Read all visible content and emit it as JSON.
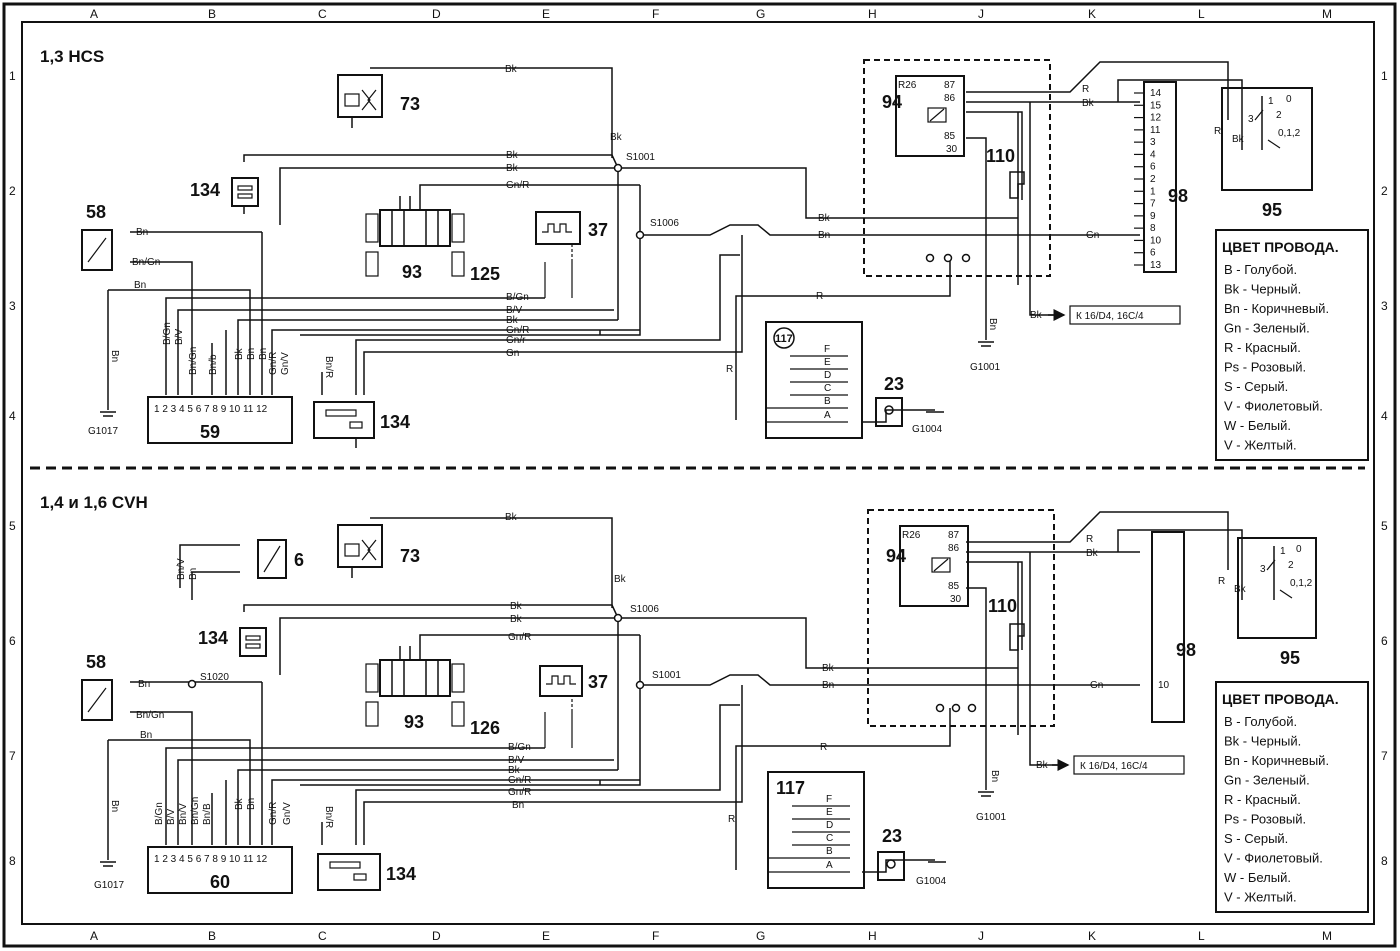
{
  "frame": {
    "columns": [
      "A",
      "B",
      "C",
      "D",
      "E",
      "F",
      "G",
      "H",
      "J",
      "K",
      "L",
      "M"
    ],
    "rows": [
      "1",
      "2",
      "3",
      "4",
      "5",
      "6",
      "7",
      "8"
    ]
  },
  "sections": [
    {
      "title": "1,3 HCS",
      "components": {
        "c73": "73",
        "c134a": "134",
        "c58": "58",
        "c93": "93",
        "c125": "125",
        "c37": "37",
        "c94": "94",
        "c110": "110",
        "c98": "98",
        "c95": "95",
        "c117": "117",
        "c23": "23",
        "c59": "59",
        "c134b": "134"
      },
      "splices": {
        "s_top": "S1001",
        "s_mid": "S1006"
      },
      "grounds": {
        "g_left": "G1017",
        "g_mid": "G1001",
        "g_right": "G1004"
      },
      "relay": {
        "name": "R26",
        "p87": "87",
        "p86": "86",
        "p85": "85",
        "p30": "30"
      },
      "connector98_pins": [
        "14",
        "15",
        "12",
        "11",
        "3",
        "4",
        "6",
        "2",
        "1",
        "7",
        "9",
        "8",
        "10",
        "6",
        "13"
      ],
      "ecu_pins_label": "1 2 3 4 5 6  7 8 9 10 11 12",
      "ecu_wires": [
        "B/Gn",
        "B/V",
        "Bn/Gn",
        "Bn/b",
        "Bk",
        "Bn",
        "Bn",
        "Gn/R",
        "Gn/V"
      ],
      "bus_wires": [
        "B/Gn",
        "B/V",
        "Bk",
        "Gn/R",
        "Gn/r",
        "Gn"
      ],
      "wires": {
        "top_bk": "Bk",
        "bk1": "Bk",
        "bk2": "Bk",
        "gnr": "Gn/R",
        "bk_vert": "Bk",
        "bn58": "Bn",
        "bngn58": "Bn/Gn",
        "bn_left": "Bn",
        "bn_vert": "Bn",
        "bk_relay": "Bk",
        "bn_relay": "Bn",
        "r_out": "R",
        "bk_out": "Bk",
        "gn_98": "Gn",
        "r_long": "R",
        "bn_gnd": "Bn",
        "bk_ref": "Bk",
        "r95": "R",
        "bk95": "Bk",
        "r117": "R",
        "bnr134": "Bn/R"
      },
      "ref_box": "К 16/D4, 16C/4",
      "plug_letters": [
        "F",
        "E",
        "D",
        "C",
        "B",
        "A"
      ],
      "switch_marks": [
        "0",
        "1",
        "2",
        "3",
        "0,1,2"
      ]
    },
    {
      "title": "1,4 и 1,6 CVH",
      "components": {
        "c73": "73",
        "c6": "6",
        "c134a": "134",
        "c58": "58",
        "c93": "93",
        "c126": "126",
        "c37": "37",
        "c94": "94",
        "c110": "110",
        "c98": "98",
        "c95": "95",
        "c117": "117",
        "c23": "23",
        "c60": "60",
        "c134b": "134"
      },
      "splices": {
        "s_top": "S1006",
        "s_mid": "S1001",
        "s_left": "S1020"
      },
      "grounds": {
        "g_left": "G1017",
        "g_mid": "G1001",
        "g_right": "G1004"
      },
      "relay": {
        "name": "R26",
        "p87": "87",
        "p86": "86",
        "p85": "85",
        "p30": "30"
      },
      "connector98_pin": "10",
      "ecu_pins_label": "1 2 3 4 5 6  7 8 9 10 11 12",
      "ecu_wires": [
        "B/Gn",
        "B/V",
        "Bn/V",
        "Bn/Gn",
        "Bn/B",
        "Bk",
        "Bn",
        "Gn/R",
        "Gn/V"
      ],
      "bus_wires": [
        "B/Gn",
        "B/V",
        "Bk",
        "Gn/R",
        "Gn/R",
        "Bn"
      ],
      "wires": {
        "top_bk": "Bk",
        "bk1": "Bk",
        "bk2": "Bk",
        "gnr": "Gn/R",
        "bk_vert": "Bk",
        "bn58": "Bn",
        "bngn58": "Bn/Gn",
        "bn_left": "Bn",
        "bn_vert": "Bn",
        "bn6": "Bn",
        "bnv6": "Bn/V",
        "bk_relay": "Bk",
        "bn_relay": "Bn",
        "r_out": "R",
        "bk_out": "Bk",
        "gn_98": "Gn",
        "r_long": "R",
        "bn_gnd": "Bn",
        "bk_ref": "Bk",
        "r95": "R",
        "bk95": "Bk",
        "r117": "R",
        "bnr134": "Bn/R"
      },
      "ref_box": "К 16/D4, 16C/4",
      "plug_letters": [
        "F",
        "E",
        "D",
        "C",
        "B",
        "A"
      ],
      "switch_marks": [
        "0",
        "1",
        "2",
        "3",
        "0,1,2"
      ]
    }
  ],
  "legend": {
    "title": "ЦВЕТ ПРОВОДА.",
    "items": [
      "B - Голубой.",
      "Bk - Черный.",
      "Bn - Коричневый.",
      "Gn - Зеленый.",
      "R - Красный.",
      "Ps - Розовый.",
      "S - Серый.",
      "V - Фиолетовый.",
      "W - Белый.",
      "V - Желтый."
    ]
  }
}
